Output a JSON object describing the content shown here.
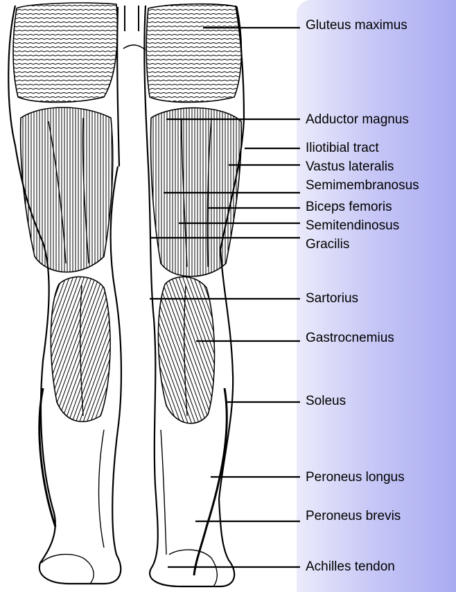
{
  "labels": [
    {
      "id": "gluteus-maximus",
      "text": "Gluteus maximus"
    },
    {
      "id": "adductor-magnus",
      "text": "Adductor magnus"
    },
    {
      "id": "iliotibial-tract",
      "text": "Iliotibial tract"
    },
    {
      "id": "vastus-lateralis",
      "text": "Vastus lateralis"
    },
    {
      "id": "semimembranosus",
      "text": "Semimembranosus"
    },
    {
      "id": "biceps-femoris",
      "text": "Biceps femoris"
    },
    {
      "id": "semitendinosus",
      "text": "Semitendinosus"
    },
    {
      "id": "gracilis",
      "text": "Gracilis"
    },
    {
      "id": "sartorius",
      "text": "Sartorius"
    },
    {
      "id": "gastrocnemius",
      "text": "Gastrocnemius"
    },
    {
      "id": "soleus",
      "text": "Soleus"
    },
    {
      "id": "peroneus-longus",
      "text": "Peroneus longus"
    },
    {
      "id": "peroneus-brevis",
      "text": "Peroneus brevis"
    },
    {
      "id": "achilles-tendon",
      "text": "Achilles tendon"
    }
  ],
  "colors": {
    "panel_start": "#ebebfb",
    "panel_end": "#a9aaf2",
    "ink": "#000000"
  }
}
